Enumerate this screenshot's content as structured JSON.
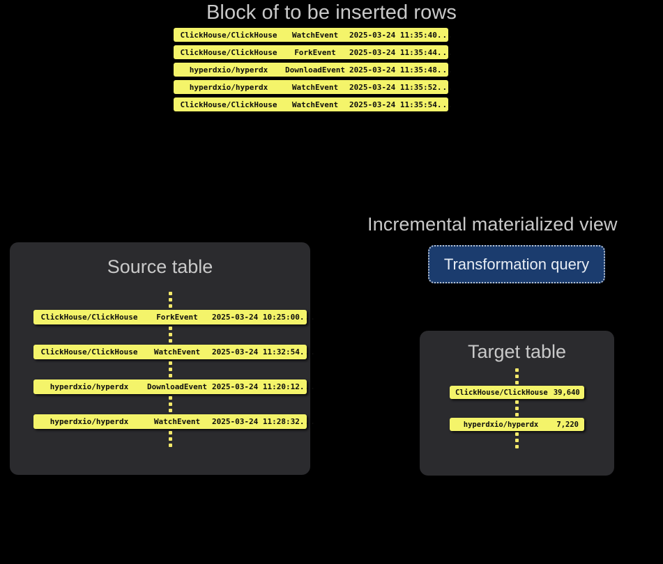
{
  "headings": {
    "block": "Block of to be inserted rows",
    "incremental_materialized_view": "Incremental materialized view"
  },
  "block": {
    "rows": [
      {
        "repo": "ClickHouse/ClickHouse",
        "event": "WatchEvent",
        "timestamp": "2025-03-24 11:35:40",
        "more": "..."
      },
      {
        "repo": "ClickHouse/ClickHouse",
        "event": "ForkEvent",
        "timestamp": "2025-03-24 11:35:44",
        "more": "..."
      },
      {
        "repo": "hyperdxio/hyperdx",
        "event": "DownloadEvent",
        "timestamp": "2025-03-24 11:35:48",
        "more": "..."
      },
      {
        "repo": "hyperdxio/hyperdx",
        "event": "WatchEvent",
        "timestamp": "2025-03-24 11:35:52",
        "more": "..."
      },
      {
        "repo": "ClickHouse/ClickHouse",
        "event": "WatchEvent",
        "timestamp": "2025-03-24 11:35:54",
        "more": "..."
      }
    ]
  },
  "source_table": {
    "title": "Source table",
    "rows": [
      {
        "repo": "ClickHouse/ClickHouse",
        "event": "ForkEvent",
        "timestamp": "2025-03-24 10:25:00",
        "more": "..."
      },
      {
        "repo": "ClickHouse/ClickHouse",
        "event": "WatchEvent",
        "timestamp": "2025-03-24 11:32:54",
        "more": "..."
      },
      {
        "repo": "hyperdxio/hyperdx",
        "event": "DownloadEvent",
        "timestamp": "2025-03-24 11:20:12",
        "more": "..."
      },
      {
        "repo": "hyperdxio/hyperdx",
        "event": "WatchEvent",
        "timestamp": "2025-03-24 11:28:32",
        "more": "..."
      }
    ]
  },
  "transformation_query": {
    "label": "Transformation query"
  },
  "target_table": {
    "title": "Target table",
    "rows": [
      {
        "repo": "ClickHouse/ClickHouse",
        "count": "39,640"
      },
      {
        "repo": "hyperdxio/hyperdx",
        "count": "7,220"
      }
    ]
  },
  "colors": {
    "background": "#000000",
    "panel": "#2b2b2e",
    "row_yellow": "#f4f46a",
    "row_text": "#0d0d0d",
    "heading_text": "#c9c9c9",
    "query_box_fill": "#1b3c6e",
    "query_box_border": "#b9c4d4",
    "query_box_text": "#e9eef5",
    "ellipsis_dot": "#f4e96a"
  }
}
